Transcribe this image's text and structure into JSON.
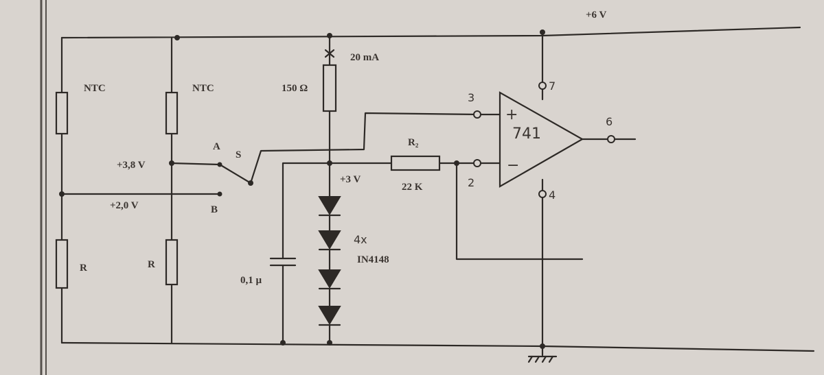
{
  "supply": "+6 V",
  "current": "20 mA",
  "labels": {
    "ntc1": "NTC",
    "ntc2": "NTC",
    "r_left": "R",
    "r_mid": "R",
    "r_150": "150 Ω",
    "r2": "R₂",
    "r2_value": "22 K",
    "cap": "0,1 µ",
    "diodes_count": "4x",
    "diodes_type": "IN4148",
    "opamp": "741",
    "plus_sign": "+",
    "minus_sign": "−"
  },
  "nodes": {
    "v38": "+3,8 V",
    "v20": "+2,0 V",
    "v3": "+3 V",
    "switch_a": "A",
    "switch_b": "B",
    "switch_s": "S"
  },
  "pins": {
    "pin3": "3",
    "pin2": "2",
    "pin7": "7",
    "pin4": "4",
    "pin6": "6"
  }
}
